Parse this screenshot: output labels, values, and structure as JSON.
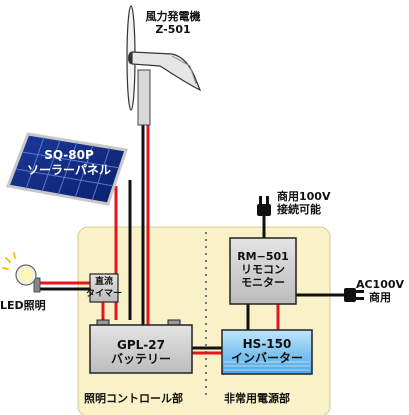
{
  "turbine": {
    "name": "風力発電機",
    "model": "Z-501"
  },
  "solar_panel": {
    "model": "SQ-80P",
    "name": "ソーラーパネル"
  },
  "grid_input": {
    "line1": "商用100V",
    "line2": "接続可能"
  },
  "remote_monitor": {
    "model": "RM−501",
    "line2": "リモコン",
    "line3": "モニター"
  },
  "ac_output": {
    "line1": "AC100V",
    "line2": "商用"
  },
  "timer": {
    "line1": "直流",
    "line2": "タイマー"
  },
  "led": {
    "label": "LED照明"
  },
  "battery": {
    "model": "GPL-27",
    "name": "バッテリー"
  },
  "inverter": {
    "model": "HS-150",
    "name": "インバーター"
  },
  "sections": {
    "lighting": "照明コントロール部",
    "emergency": "非常用電源部"
  },
  "colors": {
    "wire_red": "#e8141c",
    "wire_black": "#111111",
    "panel_bg": "#f9f2c8",
    "inverter_blue": "#2f8fd8"
  }
}
